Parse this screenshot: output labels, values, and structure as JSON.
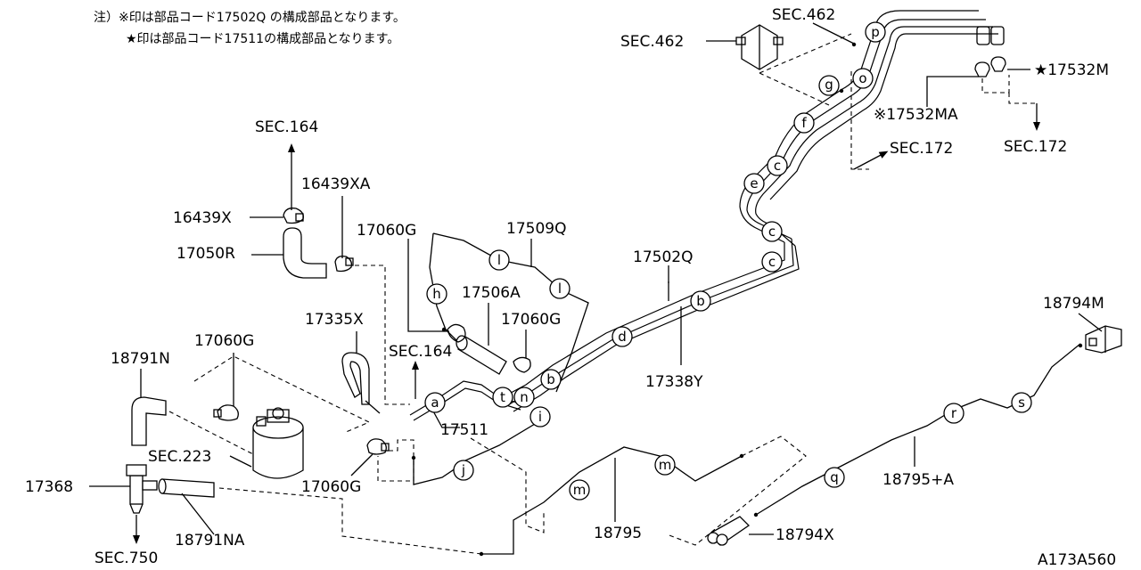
{
  "notes": {
    "line1": "注）※印は部品コード17502Q の構成部品となります。",
    "line2": "★印は部品コード17511の構成部品となります。"
  },
  "labels": {
    "sec462_left": "SEC.462",
    "sec462_top": "SEC.462",
    "p17532m": "★17532M",
    "p17532ma": "※17532MA",
    "sec172_right": "SEC.172",
    "sec172_mid": "SEC.172",
    "sec164_top": "SEC.164",
    "p16439xa": "16439XA",
    "p16439x": "16439X",
    "p17050r": "17050R",
    "p17060g_a": "17060G",
    "p17509q": "17509Q",
    "p17502q": "17502Q",
    "p17506a": "17506A",
    "p17060g_b": "17060G",
    "p17335x": "17335X",
    "sec164_mid": "SEC.164",
    "p17060g_c": "17060G",
    "p18791n": "18791N",
    "p17338y": "17338Y",
    "p18794m": "18794M",
    "p17511": "17511",
    "sec223": "SEC.223",
    "p17060g_d": "17060G",
    "p17368": "17368",
    "p18791na": "18791NA",
    "p18795": "18795",
    "p18795a": "18795+A",
    "p18794x": "18794X",
    "sec750": "SEC.750",
    "diagram_code": "A173A560"
  },
  "callouts": {
    "p": "p",
    "o": "o",
    "g": "g",
    "f": "f",
    "c1": "c",
    "e": "e",
    "c2": "c",
    "c3": "c",
    "l1": "l",
    "l2": "l",
    "h": "h",
    "b1": "b",
    "d": "d",
    "b2": "b",
    "a": "a",
    "t": "t",
    "n": "n",
    "i": "i",
    "j": "j",
    "m1": "m",
    "m2": "m",
    "q": "q",
    "r": "r",
    "s": "s"
  },
  "icons": [
    "arrow-up-icon",
    "arrow-down-icon",
    "arrow-diagonal-icon",
    "clamp-icon",
    "connector-icon",
    "canister-icon",
    "valve-icon"
  ]
}
